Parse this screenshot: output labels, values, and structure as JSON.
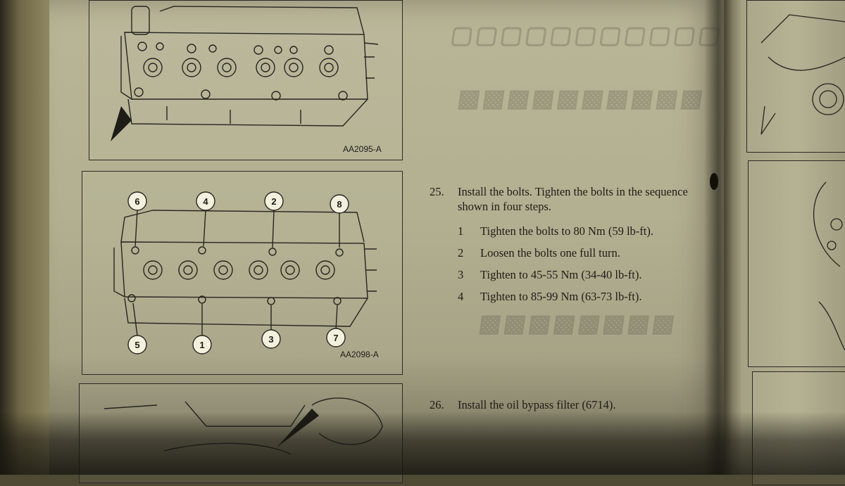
{
  "figures": [
    {
      "id": "AA2095-A"
    },
    {
      "id": "AA2098-A",
      "bolt_numbers_top": [
        "6",
        "4",
        "2",
        "8"
      ],
      "bolt_numbers_bottom": [
        "5",
        "1",
        "3",
        "7"
      ]
    }
  ],
  "steps": [
    {
      "number": "25.",
      "text": "Install the bolts. Tighten the bolts in the sequence shown in four steps.",
      "substeps": [
        {
          "number": "1",
          "text": "Tighten the bolts to 80 Nm (59 lb-ft)."
        },
        {
          "number": "2",
          "text": "Loosen the bolts one full turn."
        },
        {
          "number": "3",
          "text": "Tighten to 45-55 Nm (34-40 lb-ft)."
        },
        {
          "number": "4",
          "text": "Tighten to 85-99 Nm (63-73 lb-ft)."
        }
      ]
    },
    {
      "number": "26.",
      "text": "Install the oil bypass filter (6714)."
    }
  ]
}
